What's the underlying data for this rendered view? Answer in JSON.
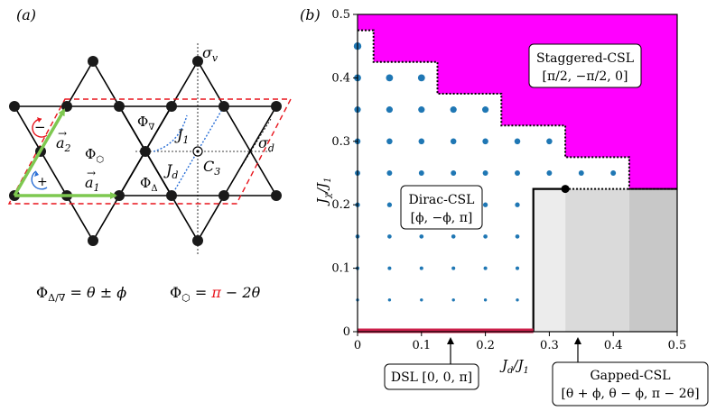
{
  "panel_a": {
    "label": "(a)",
    "sym_sigma_v": "σ",
    "sub_v": "v",
    "sym_sigma_d": "σ",
    "sub_d": "d",
    "sym_c3": "C",
    "sub_3": "3",
    "sym_j1": "J",
    "sub_1": "1",
    "sym_jd": "J",
    "sub_d_j": "d",
    "phi": "Φ",
    "phi_down_sub": "∇",
    "phi_up_sub": "Δ",
    "phi_hex_sub": "⬡",
    "vec_a2": "a",
    "vec_a2_sub": "2",
    "vec_a1": "a",
    "vec_a1_sub": "1",
    "minus": "−",
    "plus": "+",
    "formula1_lhs": "Φ",
    "formula1_sub": "Δ/∇",
    "formula1_rhs": " = θ ± ϕ",
    "formula2_lhs": "Φ",
    "formula2_sub": "⬡",
    "formula2_eq": " = ",
    "formula2_pi": "π",
    "formula2_rest": " − 2θ",
    "colors": {
      "vector": "#7ec850",
      "cell": "#e8141c",
      "accent_red": "#e8141c",
      "accent_blue": "#2a6fd6",
      "dotted": "#2a6fd6"
    }
  },
  "panel_b": {
    "label": "(b)",
    "chart_data": {
      "type": "scatter",
      "xlabel_main": "J",
      "xlabel_sub": "d",
      "xlabel_den": "/J",
      "xlabel_den_sub": "1",
      "ylabel_main": "J",
      "ylabel_sub": "χ",
      "ylabel_den": "/J",
      "ylabel_den_sub": "1",
      "xlim": [
        0,
        0.5
      ],
      "ylim": [
        0,
        0.5
      ],
      "xticks": [
        "0",
        "0.1",
        "0.2",
        "0.3",
        "0.4",
        "0.5"
      ],
      "yticks": [
        "0",
        "0.1",
        "0.2",
        "0.3",
        "0.4",
        "0.5"
      ],
      "grid_x": [
        0.0,
        0.05,
        0.1,
        0.15,
        0.2,
        0.25,
        0.3,
        0.35,
        0.4,
        0.45
      ],
      "grid_y": [
        0.05,
        0.1,
        0.15,
        0.2,
        0.25,
        0.3,
        0.35,
        0.4,
        0.45
      ],
      "staggered_boundary": [
        [
          0.0,
          0.475
        ],
        [
          0.025,
          0.475
        ],
        [
          0.025,
          0.425
        ],
        [
          0.125,
          0.425
        ],
        [
          0.125,
          0.375
        ],
        [
          0.225,
          0.375
        ],
        [
          0.225,
          0.325
        ],
        [
          0.325,
          0.325
        ],
        [
          0.325,
          0.275
        ],
        [
          0.425,
          0.275
        ],
        [
          0.425,
          0.225
        ],
        [
          0.5,
          0.225
        ]
      ],
      "gapped_boundary": [
        [
          0.275,
          0.0
        ],
        [
          0.275,
          0.225
        ],
        [
          0.325,
          0.225
        ]
      ],
      "gapped_dotted": [
        [
          0.325,
          0.225
        ],
        [
          0.5,
          0.225
        ]
      ],
      "critical_point": [
        0.325,
        0.225
      ],
      "dsl_segment": [
        [
          0.0,
          0.0
        ],
        [
          0.275,
          0.0
        ]
      ],
      "gray_bands": [
        {
          "x0": 0.275,
          "x1": 0.325,
          "color": "#ececec"
        },
        {
          "x0": 0.325,
          "x1": 0.425,
          "color": "#dadada"
        },
        {
          "x0": 0.425,
          "x1": 0.5,
          "color": "#c8c8c8"
        }
      ],
      "colors": {
        "staggered": "#ff00ff",
        "dots": "#1f77b4",
        "dsl": "#cc1f4a"
      },
      "annotations": {
        "staggered_name": "Staggered-CSL",
        "staggered_flux": "[π/2, −π/2, 0]",
        "dirac_name": "Dirac-CSL",
        "dirac_flux": "[ϕ, −ϕ, π]",
        "dsl_text": "DSL [0, 0, π]",
        "gapped_name": "Gapped-CSL",
        "gapped_flux": "[θ + ϕ, θ − ϕ, π − 2θ]"
      }
    }
  }
}
